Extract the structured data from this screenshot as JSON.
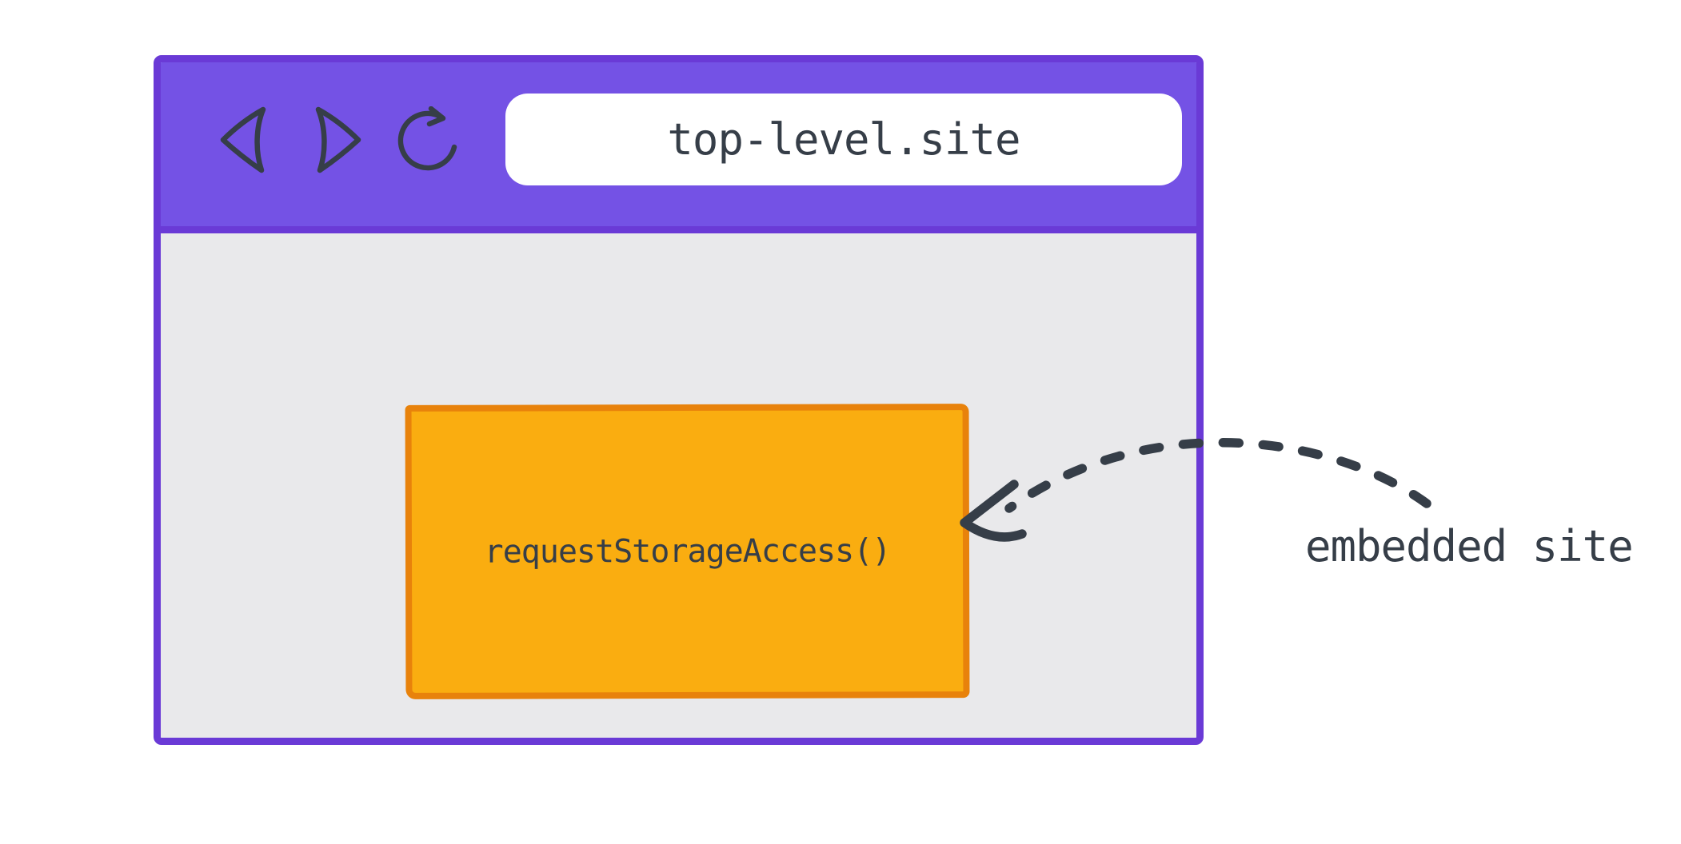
{
  "diagram": {
    "browser": {
      "url": "top-level.site",
      "toolbar": {
        "back_icon": "back-icon",
        "forward_icon": "forward-icon",
        "reload_icon": "reload-icon"
      },
      "embedded_frame": {
        "label": "requestStorageAccess()"
      }
    },
    "annotation": {
      "label": "embedded site"
    }
  },
  "colors": {
    "toolbar_purple": "#7452E5",
    "border_purple": "#6A3AD6",
    "content_gray": "#E9E9EB",
    "frame_orange": "#FAAD10",
    "frame_border_orange": "#E8820B",
    "ink": "#363E48",
    "address_white": "#FFFFFF",
    "page_bg": "#FFFFFF"
  }
}
